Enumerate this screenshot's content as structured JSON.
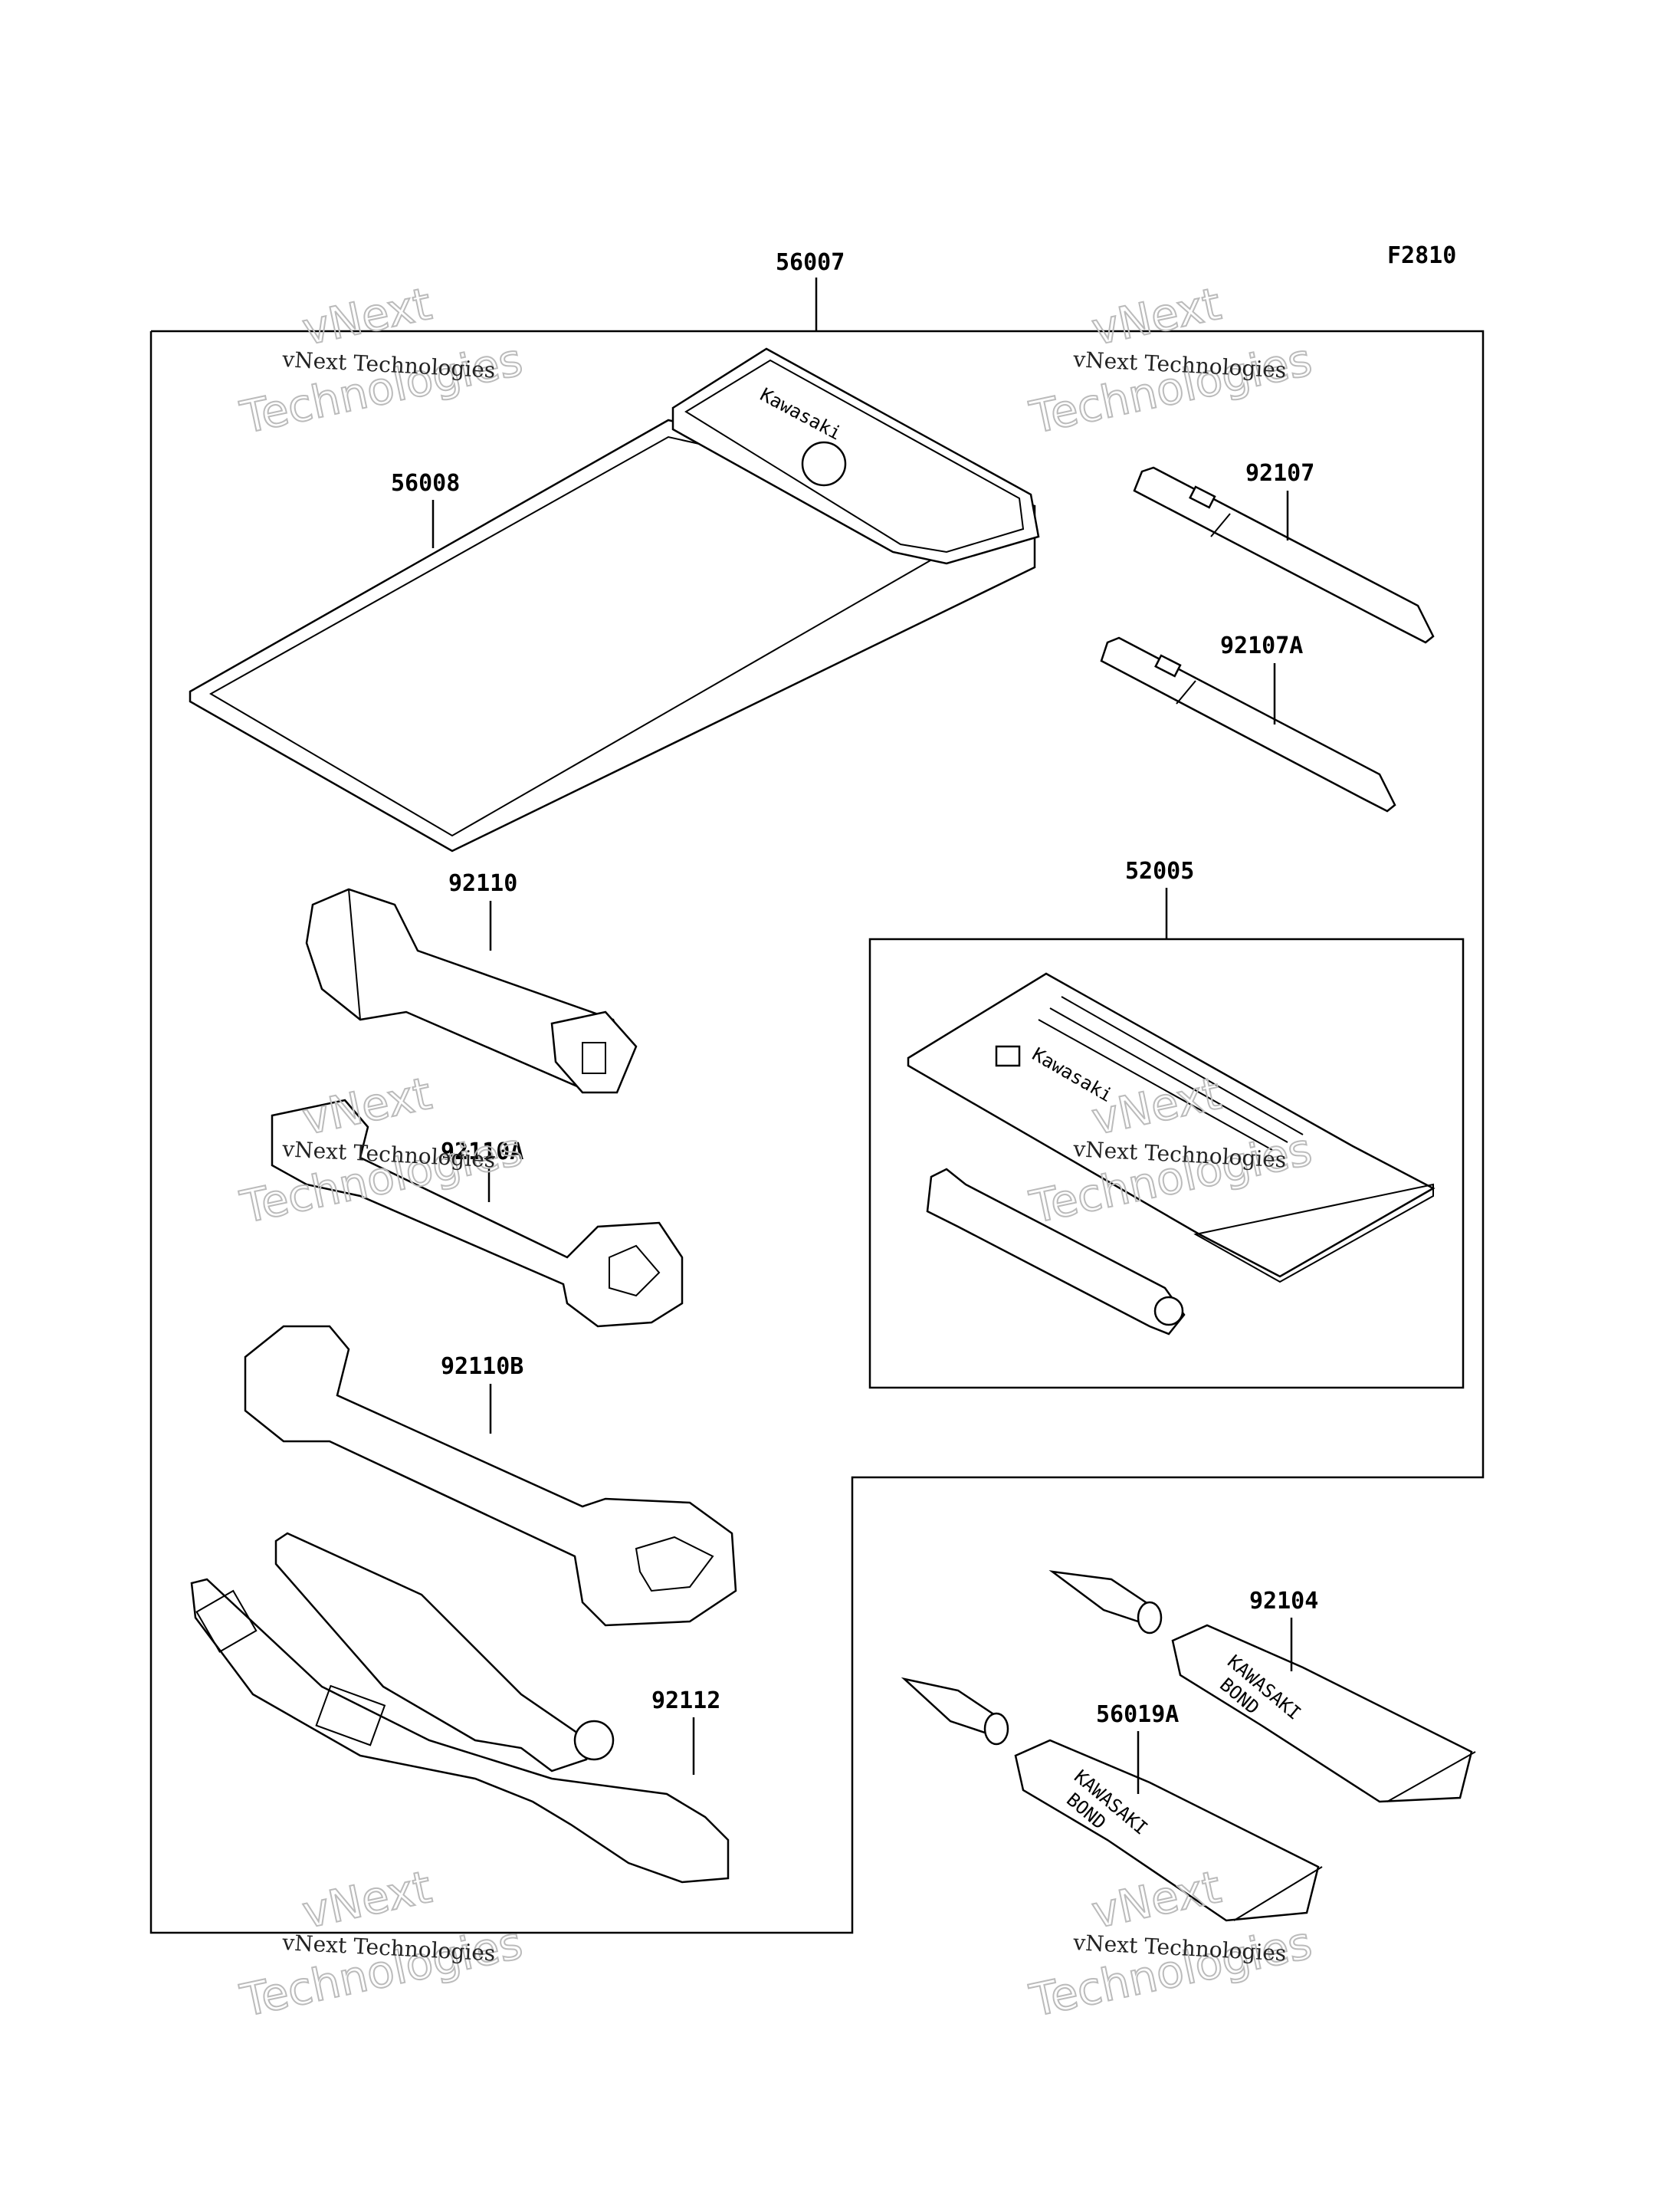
{
  "figure_code": "F2810",
  "parts": {
    "main_kit": "56007",
    "tool_bag": "56008",
    "screwdriver_1": "92107",
    "screwdriver_2": "92107A",
    "plug_wrench": "92110",
    "kit_52005": "52005",
    "wrench_a": "92110A",
    "wrench_b": "92110B",
    "pliers": "92112",
    "bond_1": "92104",
    "bond_2": "56019A"
  },
  "brand": {
    "bag_text": "Kawasaki",
    "pack_text": "Kawasaki",
    "tube_text_1": "KAWASAKI",
    "tube_text_2": "BOND"
  },
  "watermark": {
    "line_small": "vNext Technologies",
    "line_big_1": "vNext",
    "line_big_2": "Technologies"
  }
}
